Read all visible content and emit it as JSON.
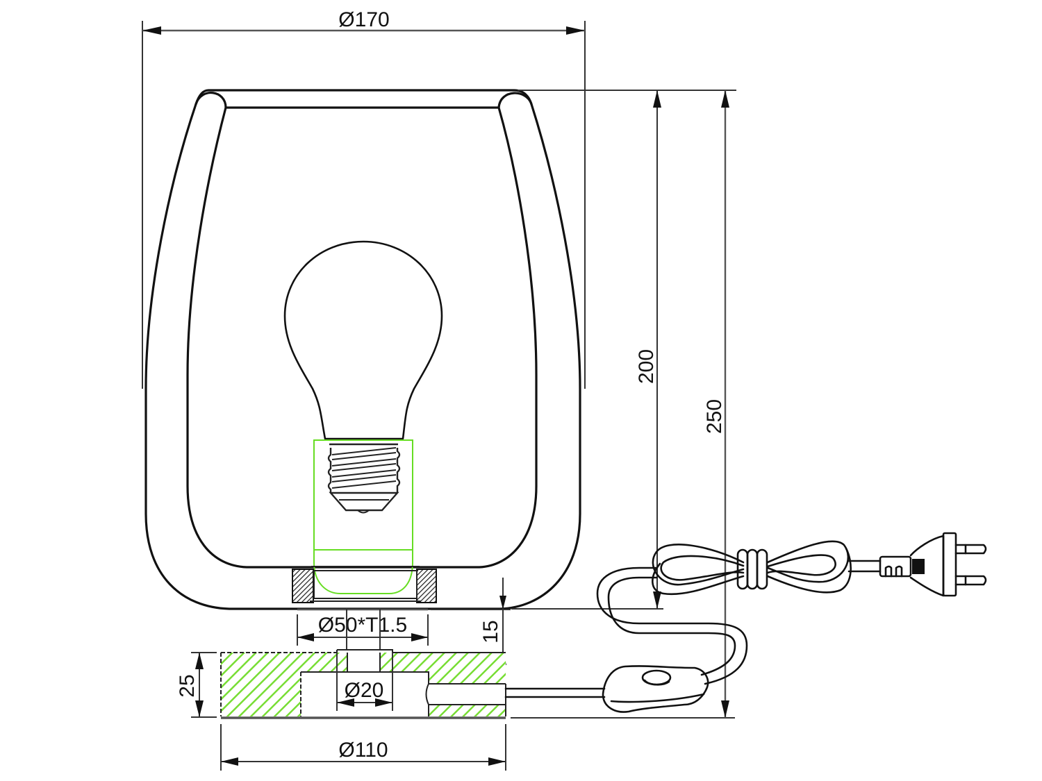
{
  "drawing": {
    "subject": "Table lamp technical drawing",
    "units": "mm",
    "colors": {
      "line": "#111111",
      "dimension": "#333333",
      "section_hatch": "#66dd22",
      "background": "#ffffff"
    }
  },
  "dimensions": {
    "shade_diameter": "Ø170",
    "shade_height": "200",
    "total_height": "250",
    "holder_diameter": "Ø50*T1.5",
    "gap_height": "15",
    "base_height": "25",
    "hole_diameter": "Ø20",
    "base_diameter": "Ø110"
  },
  "components": [
    {
      "name": "lamp-shade",
      "label": "U-shaped shade frame"
    },
    {
      "name": "light-bulb",
      "label": "E27 bulb"
    },
    {
      "name": "lamp-holder",
      "label": "Lamp holder (green outline)"
    },
    {
      "name": "base",
      "label": "Base (section, green hatch)"
    },
    {
      "name": "power-cord",
      "label": "Coiled power cord"
    },
    {
      "name": "inline-switch",
      "label": "Inline switch"
    },
    {
      "name": "plug",
      "label": "Two-pin plug"
    }
  ]
}
